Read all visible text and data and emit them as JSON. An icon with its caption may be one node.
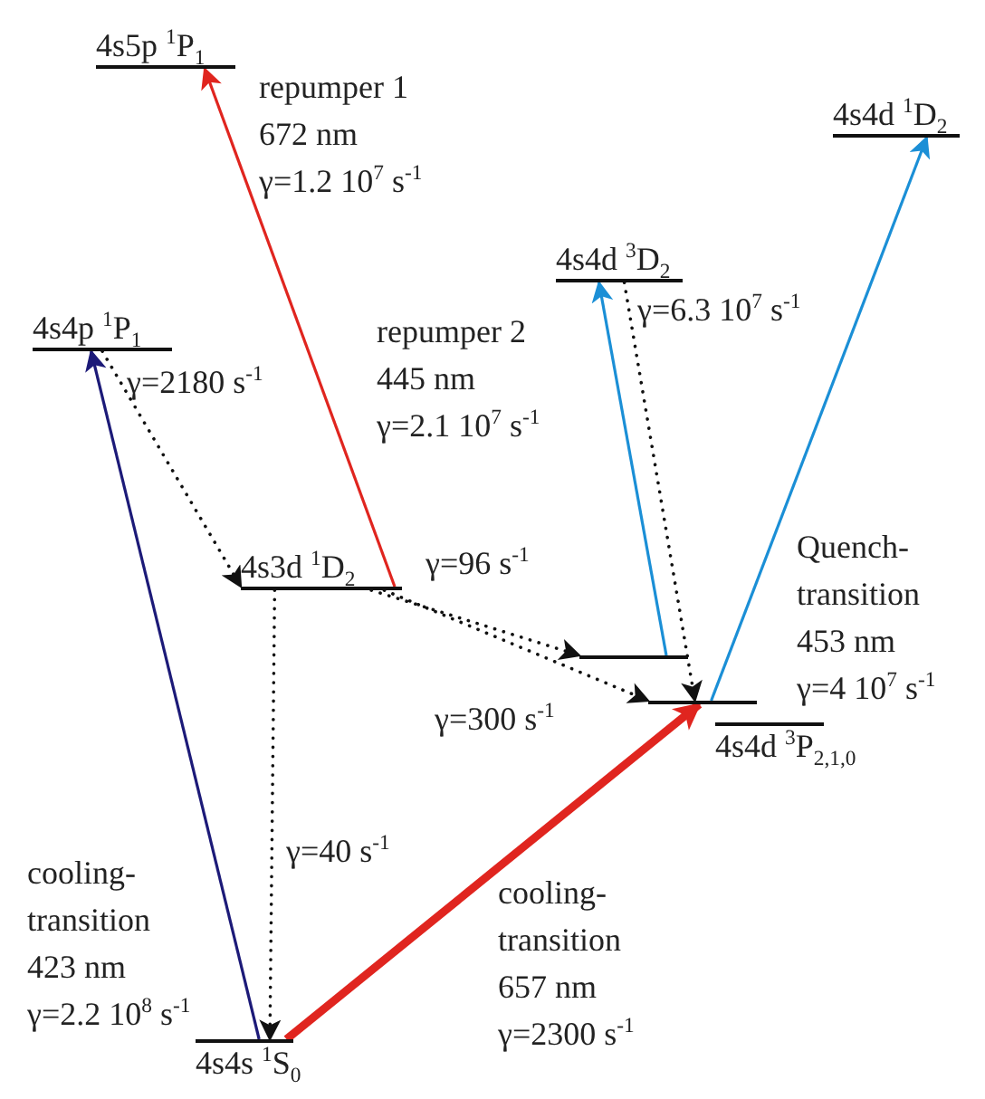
{
  "diagram": {
    "nodes": [
      {
        "text": [
          "4s5p $^{1}$P$_{1}$"
        ]
      },
      {
        "text": [
          "4s4d $^{1}$D$_{2}$"
        ]
      },
      {
        "text": [
          "4s4d $^{3}$D$_{2}$"
        ]
      },
      {
        "text": [
          "4s4p $^{1}$P$_{1}$"
        ]
      },
      {
        "text": [
          "4s3d $^{1}$D$_{2}$"
        ]
      },
      {
        "text": [],
        "shape": "bar"
      },
      {
        "text": [],
        "shape": "bar"
      },
      {
        "text": [
          "4s4d $^{3}$P$_{2,1,0}$"
        ]
      },
      {
        "text": [
          "4s4s $^{1}$S$_{0}$"
        ]
      }
    ],
    "edges": [
      {
        "from": 8,
        "to": 3,
        "arrow": "to",
        "color": "#1c1a78",
        "label": "cooling-transition 423 nm γ=2.2 10$^{8}$ s$^{-1}$"
      },
      {
        "from": 4,
        "to": 0,
        "arrow": "to",
        "color": "#e0251f",
        "label": "repumper 1 672 nm γ=1.2 10$^{7}$ s$^{-1}$"
      },
      {
        "from": 3,
        "to": 4,
        "arrow": "to",
        "style": "dashed",
        "label": "γ=2180 s$^{-1}$"
      },
      {
        "from": 4,
        "to": 8,
        "arrow": "to",
        "style": "dashed",
        "label": "γ=40 s$^{-1}$"
      },
      {
        "from": 4,
        "to": 5,
        "arrow": "to",
        "style": "dashed",
        "label": "γ=96 s$^{-1}$"
      },
      {
        "from": 4,
        "to": 6,
        "arrow": "to",
        "style": "dashed",
        "label": "γ=300 s$^{-1}$"
      },
      {
        "from": 8,
        "to": 6,
        "arrow": "to",
        "style": "thick",
        "color": "#e0251f",
        "label": "cooling-transition 657 nm γ=2300 s$^{-1}$"
      },
      {
        "from": 5,
        "to": 2,
        "arrow": "to",
        "color": "#1b8fd6",
        "label": "repumper 2 445 nm γ=2.1 10$^{7}$ s$^{-1}$"
      },
      {
        "from": 2,
        "to": 6,
        "arrow": "to",
        "style": "dashed",
        "label": "γ=6.3 10$^{7}$ s$^{-1}$"
      },
      {
        "from": 6,
        "to": 1,
        "arrow": "to",
        "color": "#1b8fd6",
        "label": "Quench-transition 453 nm γ=4 10$^{7}$ s$^{-1}$"
      }
    ]
  }
}
